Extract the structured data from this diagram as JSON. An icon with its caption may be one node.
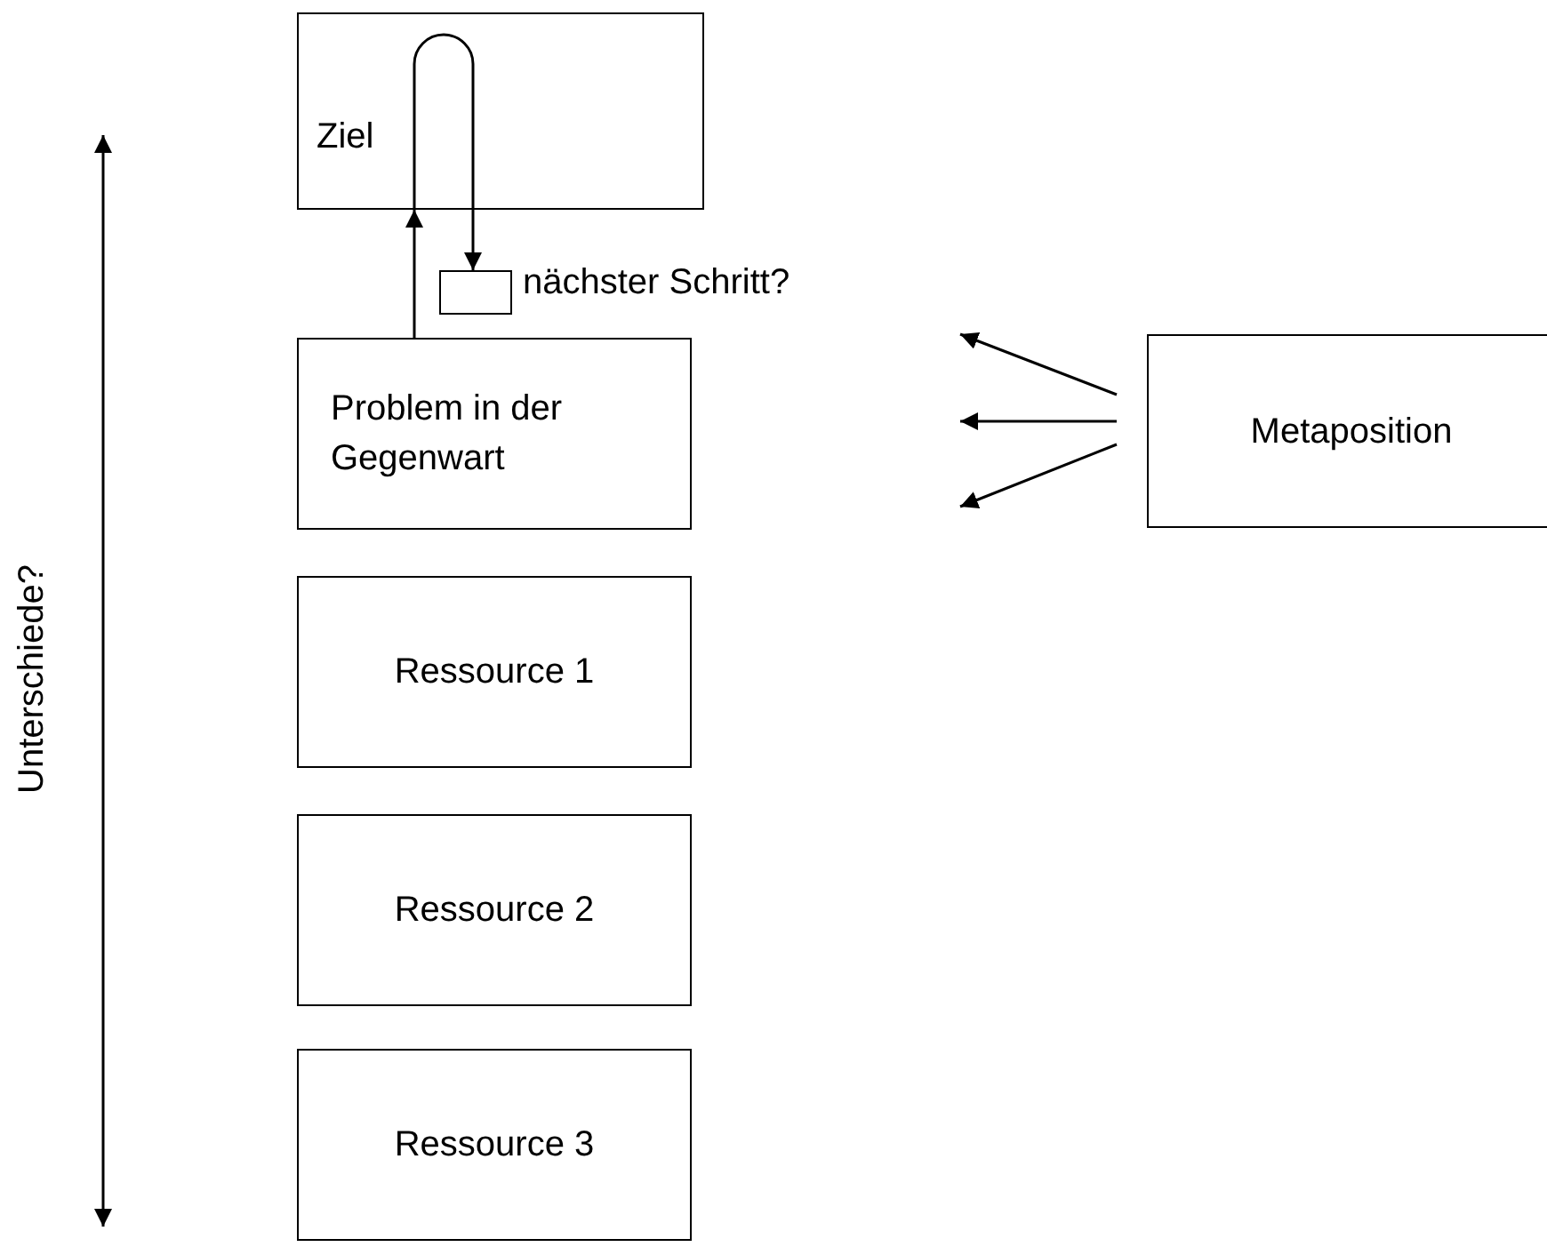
{
  "diagram": {
    "nodes": [
      {
        "text": [
          "Ziel"
        ]
      },
      {
        "text": [],
        "shape": "box",
        "beside": [
          "nächster Schritt?"
        ]
      },
      {
        "text": [
          "Problem in der Gegenwart"
        ]
      },
      {
        "text": [
          "Ressource 1"
        ]
      },
      {
        "text": [
          "Ressource 2"
        ]
      },
      {
        "text": [
          "Ressource 3"
        ]
      },
      {
        "text": [
          "Metaposition"
        ]
      }
    ],
    "edges": [
      {
        "from": 2,
        "to": 0,
        "arrow": "to"
      },
      {
        "from": 0,
        "to": 1,
        "arrow": "to"
      },
      {
        "from": 6,
        "to": null,
        "arrow": "to"
      },
      {
        "from": 6,
        "to": null,
        "arrow": "to"
      },
      {
        "from": 6,
        "to": null,
        "arrow": "to"
      }
    ],
    "labels": [
      "Unterschiede?"
    ]
  }
}
